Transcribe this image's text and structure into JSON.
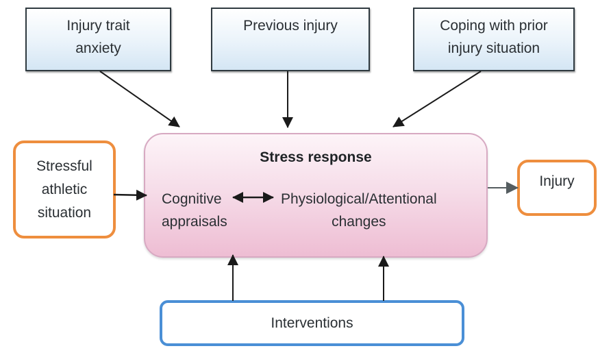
{
  "diagram": {
    "top_boxes": [
      {
        "label": "Injury trait\nanxiety"
      },
      {
        "label": "Previous injury"
      },
      {
        "label": "Coping with prior\ninjury situation"
      }
    ],
    "input_box": {
      "label": "Stressful\nathletic\nsituation"
    },
    "stress_response": {
      "title": "Stress response",
      "left": "Cognitive\nappraisals",
      "right": "Physiological/Attentional\nchanges"
    },
    "output_box": {
      "label": "Injury"
    },
    "bottom_box": {
      "label": "Interventions"
    },
    "colors": {
      "top_box_border": "#2f3a40",
      "top_box_fill": "#d4e6f4",
      "orange_border": "#ee8e3e",
      "pink_fill": "#eebdd3",
      "blue_border": "#4a8fd6",
      "arrow": "#1a1a1a"
    }
  }
}
